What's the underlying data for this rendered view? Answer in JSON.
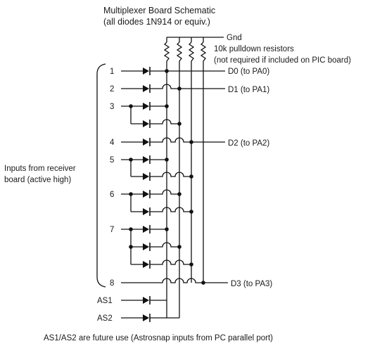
{
  "title_line1": "Multiplexer Board Schematic",
  "title_line2": "(all diodes 1N914 or equiv.)",
  "gnd_label": "Gnd",
  "resistor_note_line1": "10k pulldown resistors",
  "resistor_note_line2": "(not required if included on PIC board)",
  "outputs": {
    "d0": "D0 (to PA0)",
    "d1": "D1 (to PA1)",
    "d2": "D2 (to PA2)",
    "d3": "D3 (to PA3)"
  },
  "inputs": {
    "in1": "1",
    "in2": "2",
    "in3": "3",
    "in4": "4",
    "in5": "5",
    "in6": "6",
    "in7": "7",
    "in8": "8",
    "as1": "AS1",
    "as2": "AS2"
  },
  "receiver_label_line1": "Inputs from receiver",
  "receiver_label_line2": "board (active high)",
  "footer_note": "AS1/AS2 are future use (Astrosnap inputs from PC parallel port)"
}
